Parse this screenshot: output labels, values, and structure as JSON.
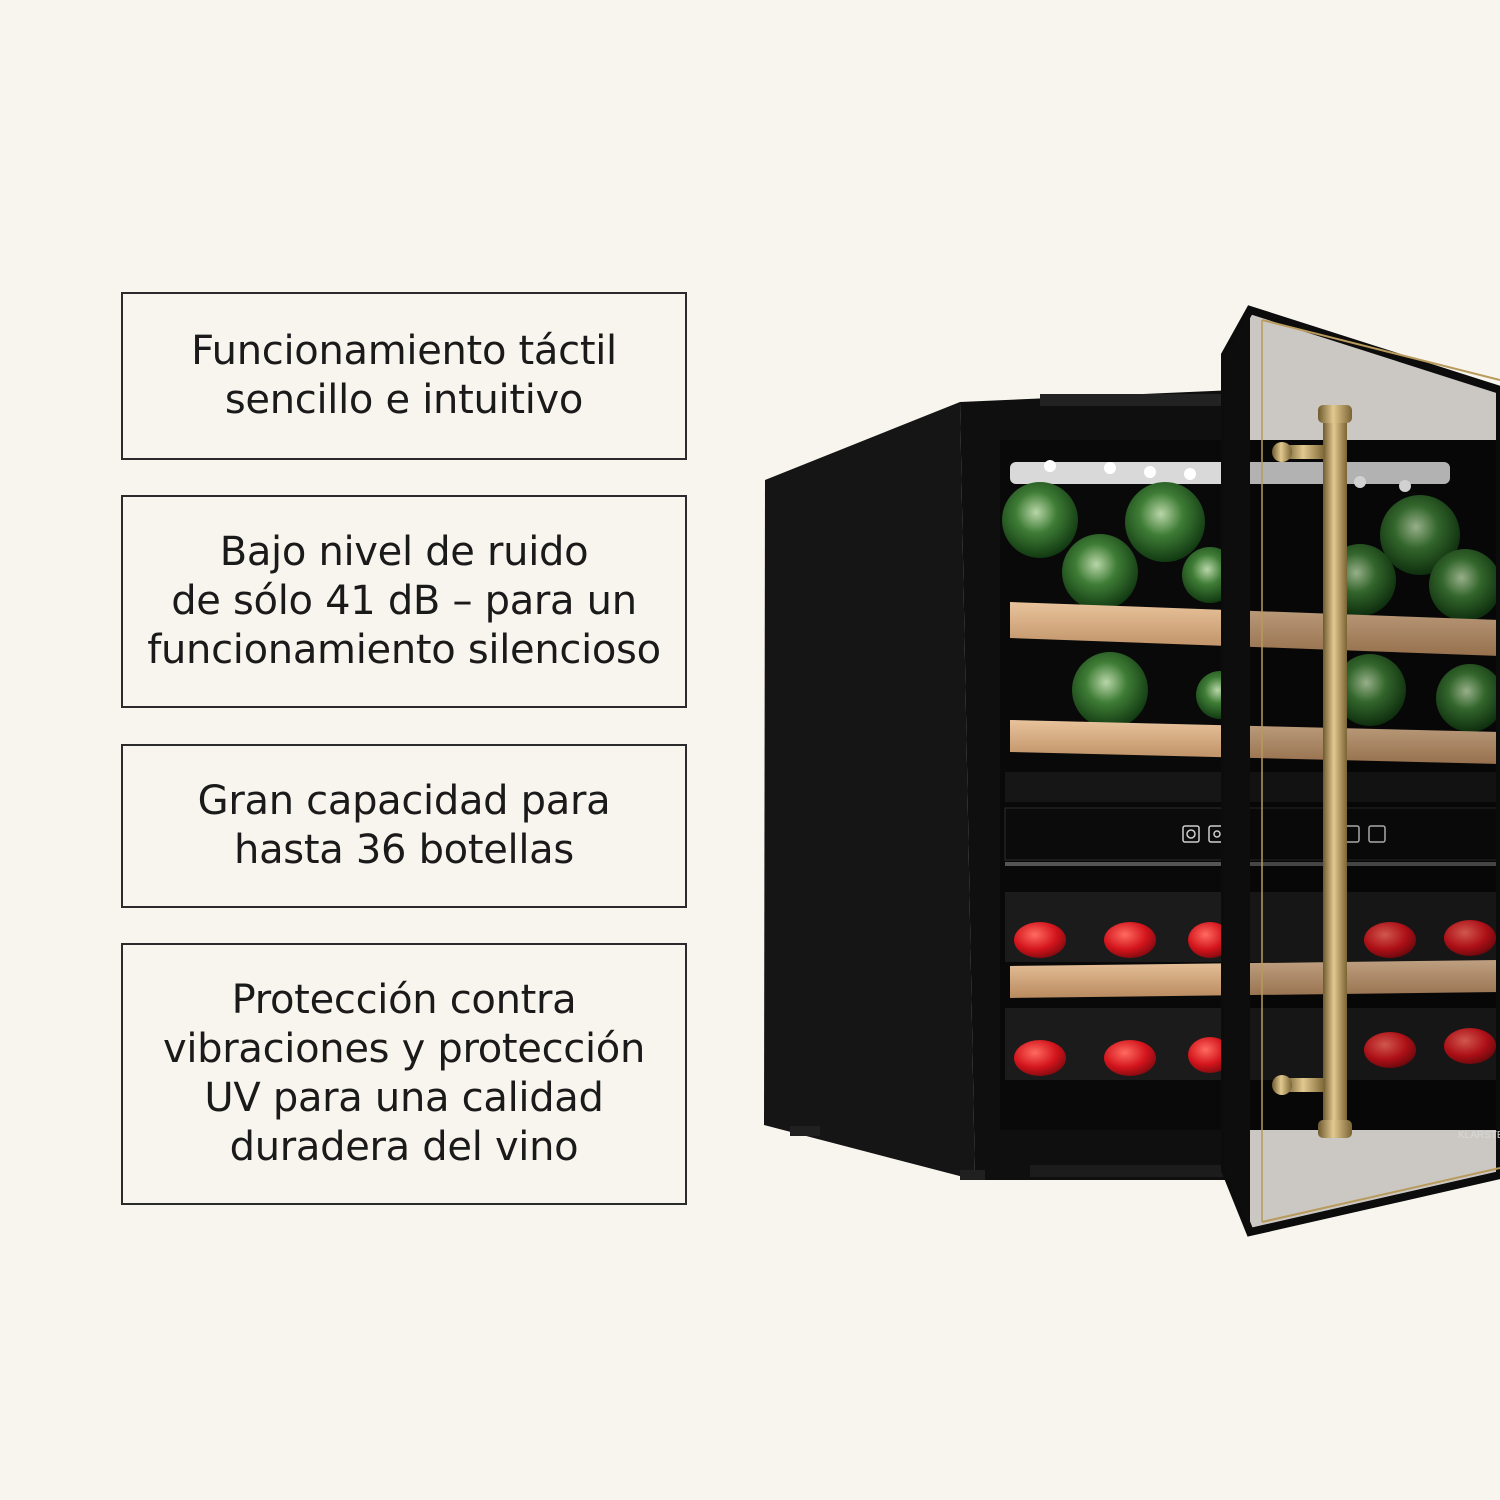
{
  "features": [
    {
      "text": "Funcionamiento táctil\nsencillo e intuitivo"
    },
    {
      "text": "Bajo nivel de ruido\nde sólo 41 dB – para un\nfuncionamiento silencioso"
    },
    {
      "text": "Gran capacidad para\nhasta 36 botellas"
    },
    {
      "text": "Protección contra\nvibraciones y protección\nUV para una calidad\nduradera del vino"
    }
  ],
  "product": {
    "brand": "KLARSTEIN",
    "illustration": "dual-zone-wine-fridge",
    "colors": {
      "body": "#141414",
      "gold_handle": "#b89a5c",
      "wood_shelf": "#d9b38c",
      "green_bottle": "#2e6a2a",
      "red_cap": "#c8171f"
    }
  }
}
